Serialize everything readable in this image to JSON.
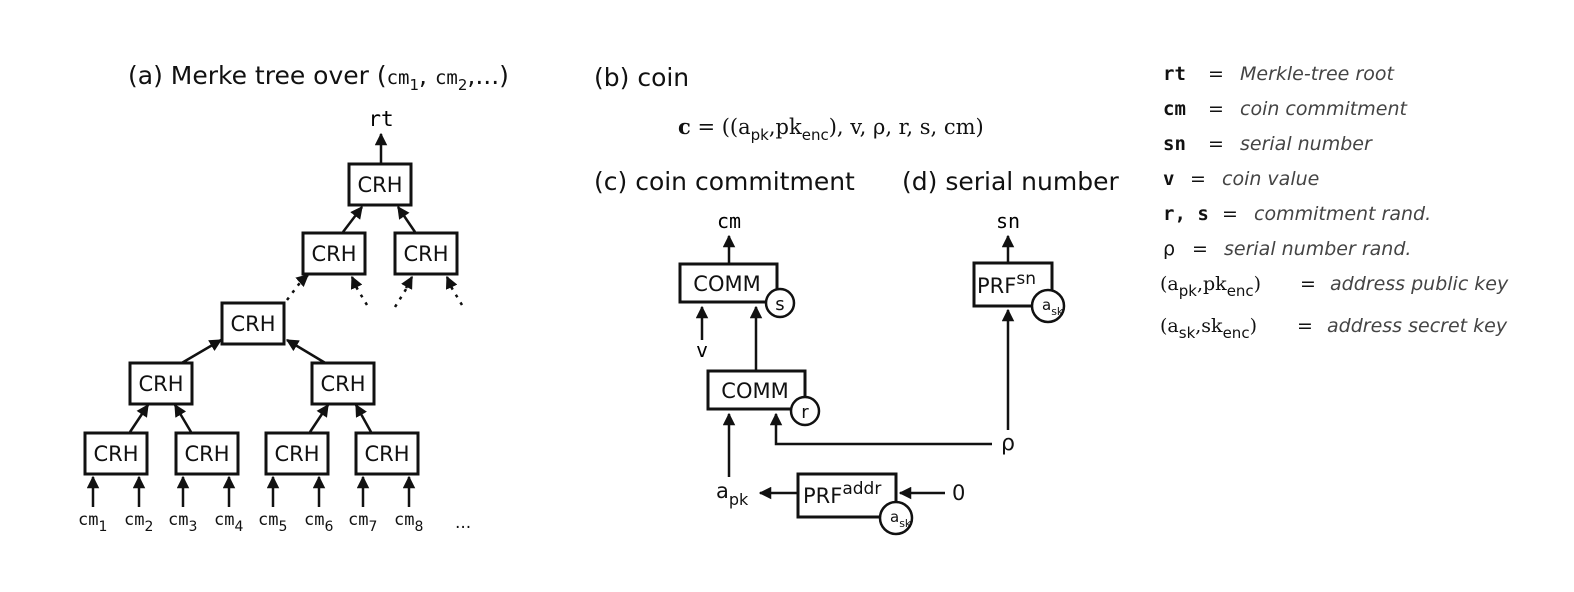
{
  "panel_a": {
    "title_prefix": "(a) Merke tree over (",
    "title_cm": "cm",
    "title_sub1": "1",
    "title_sep": ", ",
    "title_sub2": "2",
    "title_suffix": ",...)",
    "root": "rt",
    "node_label": "CRH",
    "leaf_base": "cm",
    "leaf_subs": [
      "1",
      "2",
      "3",
      "4",
      "5",
      "6",
      "7",
      "8"
    ],
    "ellipsis": "..."
  },
  "panel_b": {
    "title": "(b) coin",
    "formula_c": "c",
    "formula_eq": " = ((a",
    "formula_pk": "pk",
    "formula_comma": ",pk",
    "formula_enc": "enc",
    "formula_rest": "), v, ρ, r, s, cm)"
  },
  "panel_c": {
    "title": "(c) coin commitment",
    "comm_label": "COMM",
    "s_label": "s",
    "r_label": "r",
    "cm_label": "cm",
    "v_label": "v",
    "apk_a": "a",
    "apk_sub": "pk",
    "prf_addr_base": "PRF",
    "prf_addr_sup": "addr",
    "ask_a": "a",
    "ask_sub": "sk",
    "zero": "0"
  },
  "panel_d": {
    "title": "(d) serial number",
    "sn_label": "sn",
    "prf_sn_base": "PRF",
    "prf_sn_sup": "sn",
    "ask_a": "a",
    "ask_sub": "sk",
    "rho": "ρ"
  },
  "legend": [
    {
      "sym": "rt",
      "eq": "=",
      "desc": "Merkle-tree root"
    },
    {
      "sym": "cm",
      "eq": "=",
      "desc": "coin commitment"
    },
    {
      "sym": "sn",
      "eq": "=",
      "desc": "serial number"
    },
    {
      "sym": "v",
      "eq": "=",
      "desc": "coin value"
    },
    {
      "sym": "r, s",
      "eq": "=",
      "desc": "commitment rand."
    },
    {
      "sym": "ρ",
      "eq": "=",
      "desc": "serial number rand."
    },
    {
      "sym_a": "(a",
      "sym_a_sub": "pk",
      "sym_b": ",pk",
      "sym_b_sub": "enc",
      "sym_c": ")",
      "eq": "=",
      "desc": "address public key"
    },
    {
      "sym_a": "(a",
      "sym_a_sub": "sk",
      "sym_b": ",sk",
      "sym_b_sub": "enc",
      "sym_c": ")",
      "eq": "=",
      "desc": "address secret key"
    }
  ]
}
